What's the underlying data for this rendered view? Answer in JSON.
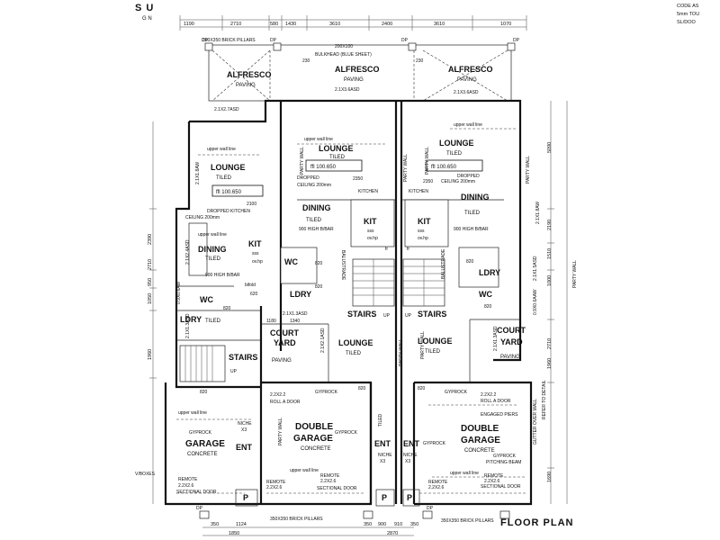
{
  "header": {
    "corner_letters": "S U",
    "corner_n": "G N",
    "notes": [
      "CODE AS",
      "5mm TOU",
      "SL/DOO"
    ]
  },
  "top_dims": [
    "1190",
    "2710",
    "580",
    "1430",
    "3610",
    "2400",
    "3610",
    "1070"
  ],
  "bottom_dims": {
    "row1": [
      "350",
      "1124",
      "350",
      "900",
      "910",
      "350"
    ],
    "row2": [
      "1850",
      "2870"
    ]
  },
  "left_dims": [
    "2390",
    "2710",
    "950",
    "1050",
    "1960"
  ],
  "right_dims": [
    "5090",
    "2190",
    "1510",
    "1000",
    "2710",
    "1960",
    "1690"
  ],
  "tags": {
    "dp": "DP",
    "pillars_top": "350X350 BRICK PILLARS",
    "pillars_bottom": "350X350 BRICK PILLARS",
    "bulkhead": "BULKHEAD (BLUE SHEET)",
    "bulkhead_size": "200X100",
    "floor_plan": "FLOOR PLAN",
    "boxes": "V/BOXES"
  },
  "rooms": {
    "alfresco": "ALFRESCO",
    "paving": "PAVING",
    "lounge": "LOUNGE",
    "tiled": "TILED",
    "dining": "DINING",
    "kit": "KIT",
    "wc": "WC",
    "ldry": "LDRY",
    "stairs": "STAIRS",
    "court": "COURT",
    "yard": "YARD",
    "garage": "GARAGE",
    "double": "DOUBLE",
    "ent": "ENT",
    "concrete": "CONCRETE",
    "gyprock": "GYPROCK",
    "p": "P"
  },
  "levels": {
    "ffl": "ffl 100.650",
    "upper_wall": "upper wall line",
    "dropped": "DROPPED",
    "ceiling": "CEILING 200mm",
    "bar": "900 HIGH B/BAR",
    "balustrade": "BALUSTRADE",
    "party_wall": "PARTY WALL",
    "kitchen": "KITCHEN",
    "sss": "sss",
    "ovhp": "ov.hp",
    "fr": "fr",
    "up": "UP"
  },
  "doors": {
    "d820": "820",
    "d2100": "2100",
    "d2350": "2350",
    "d1180": "1180",
    "d1340": "1340",
    "d620": "620",
    "bifold": "bifold",
    "roll_size": "2.2X2.2",
    "roll_a_door": "ROLL A DOOR",
    "remote": "REMOTE",
    "sectional_size": "2.2X2.6",
    "sectional_door": "SECTIONAL DOOR",
    "niche": "NICHE",
    "x3": "X3",
    "w_top": "2.1X3.6ASD",
    "w_left_top": "2.1X2.7ASD",
    "w_a": "2.1X1.8AW",
    "w_b": "2.1X2.4ASD",
    "w_c": "2.1X1.3ASD",
    "w_d": "0.9X0.6AW",
    "w_e": "0.9X0.6AAW",
    "w_f": "2.1X1.5ASD",
    "w_g": "2.1X1.8AW",
    "w_court": "2.1X2.1ASD",
    "w_h": "2.1X1.3ASD"
  },
  "notes_right": {
    "engaged_piers": "ENGAGED PIERS",
    "gutter": "GUTTER OVER WALL",
    "refer": "REFER TO DETAIL",
    "pitching": "PITCHING BEAM",
    "gyprock2": "GYPROCK"
  }
}
